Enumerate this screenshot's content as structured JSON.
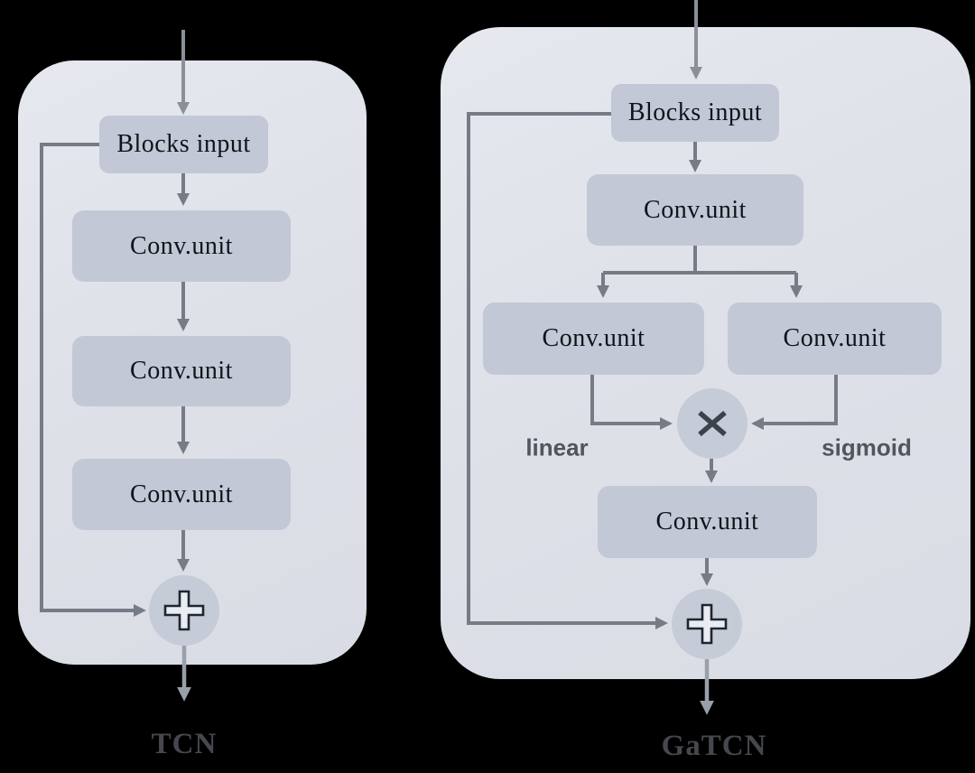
{
  "diagram": {
    "colors": {
      "background": "#000000",
      "panel": "#dfe1e9",
      "node_fill": "#c2c8d5",
      "connector": "#767c86",
      "entry_arrow": "#8b9097",
      "exit_arrow": "#9aa0aa",
      "node_text": "#111319",
      "branch_label_text": "#51555d",
      "title_text": "#45484e"
    },
    "icons": {
      "sum": "plus-icon",
      "gate": "multiply-icon"
    },
    "tcn": {
      "title": "TCN",
      "blocks_input": "Blocks input",
      "conv_units": [
        "Conv.unit",
        "Conv.unit",
        "Conv.unit"
      ],
      "sum_symbol": "+"
    },
    "gatcn": {
      "title": "GaTCN",
      "blocks_input": "Blocks input",
      "conv_top": "Conv.unit",
      "conv_left": "Conv.unit",
      "conv_right": "Conv.unit",
      "conv_bottom": "Conv.unit",
      "branch_left_label": "linear",
      "branch_right_label": "sigmoid",
      "multiply_symbol": "×",
      "sum_symbol": "+"
    }
  }
}
